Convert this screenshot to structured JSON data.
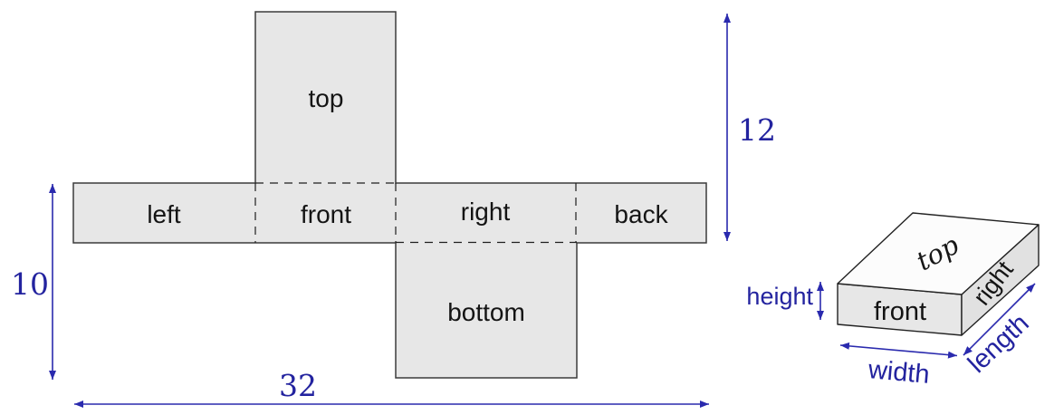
{
  "diagram": {
    "title_hint": "net of a rectangular box with dimensions and 3D reference box",
    "net": {
      "face_top": "top",
      "face_left": "left",
      "face_front": "front",
      "face_right": "right",
      "face_back": "back",
      "face_bottom": "bottom",
      "dim_top_flap_height": "12",
      "dim_strip_height": "10",
      "dim_total_width": "32"
    },
    "box": {
      "face_top": "top",
      "face_front": "front",
      "face_right": "right",
      "dim_height": "height",
      "dim_width": "width",
      "dim_length": "length"
    },
    "colors": {
      "accent_blue": "#23239f",
      "face_fill": "#e7e7e7",
      "edge_gray": "#3b3b3b"
    }
  }
}
